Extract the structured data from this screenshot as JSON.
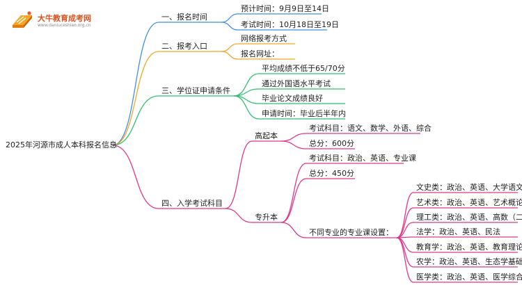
{
  "logo": {
    "title": "大牛教育成考网",
    "url": "www.daniuceshiao.org.cn"
  },
  "colors": {
    "blue": "#3e8ee8",
    "orange": "#f2a623",
    "green": "#2fbf72",
    "magenta": "#e0368b"
  },
  "root": "2025年河源市成人本科报名信息",
  "sections": {
    "s1": {
      "label": "一、报名时间",
      "items": [
        "预计时间：9月9日至14日",
        "考试时间：10月18日至19日"
      ]
    },
    "s2": {
      "label": "二、报考入口",
      "items": [
        "网络报考方式",
        "报名网址："
      ]
    },
    "s3": {
      "label": "三、学位证申请条件",
      "items": [
        "平均成绩不低于65/70分",
        "通过外国语水平考试",
        "毕业论文成绩良好",
        "申请时间：毕业后半年内"
      ]
    },
    "s4": {
      "label": "四、入学考试科目",
      "gqb": {
        "label": "高起本",
        "items": [
          "考试科目：语文、数学、外语、综合",
          "总分：600分"
        ]
      },
      "zsb": {
        "label": "专升本",
        "items": [
          "考试科目：政治、英语、专业课",
          "总分：450分"
        ],
        "majors": {
          "label": "不同专业的专业课设置：",
          "items": [
            "文史类：政治、英语、大学语文",
            "艺术类：政治、英语、艺术概论",
            "理工类：政治、英语、高数（二）",
            "法学：政治、英语、民法",
            "教育学：政治、英语、教育理论",
            "农学：政治、英语、生态学基础",
            "医学类：政治、英语、医学综合"
          ]
        }
      }
    }
  }
}
